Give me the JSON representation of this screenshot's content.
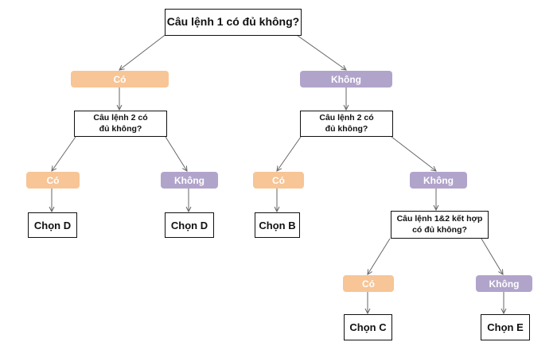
{
  "colors": {
    "yes": "#f7c596",
    "no": "#b1a4cb",
    "line": "#666666"
  },
  "nodes": {
    "q1": "Câu lệnh 1 có đủ không?",
    "q2_left": "Câu lệnh 2 có đủ không?",
    "q2_right": "Câu lệnh 2 có đủ không?",
    "q3": "Câu lệnh 1&2 kết hợp có đủ không?",
    "yes_1": "Có",
    "no_1": "Không",
    "yes_2l": "Có",
    "no_2l": "Không",
    "yes_2r": "Có",
    "no_2r": "Không",
    "yes_3": "Có",
    "no_3": "Không",
    "res_d1": "Chọn D",
    "res_d2": "Chọn D",
    "res_b": "Chọn B",
    "res_c": "Chọn C",
    "res_e": "Chọn E"
  }
}
